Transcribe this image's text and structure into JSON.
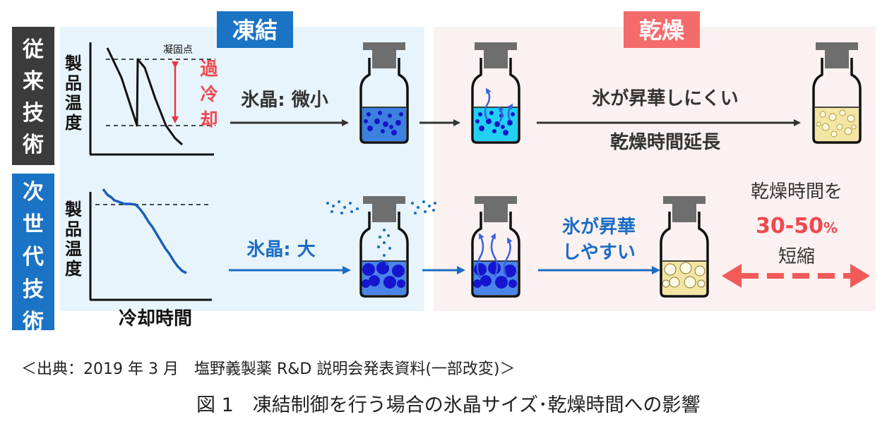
{
  "phases": {
    "freeze": "凍結",
    "dry": "乾燥"
  },
  "rows": {
    "conventional": "従来技術",
    "next_gen": "次世代技術"
  },
  "graph": {
    "y_label": "製品温度",
    "x_label": "冷却時間",
    "freezing_point": "凝固点",
    "supercooling": "過冷却"
  },
  "top_row": {
    "ice_crystal": "氷晶: 微小",
    "sublimation": "氷が昇華しにくい",
    "drying_time": "乾燥時間延長"
  },
  "bottom_row": {
    "ice_crystal": "氷晶: 大",
    "sublimation_line1": "氷が昇華",
    "sublimation_line2": "しやすい",
    "result_line1": "乾燥時間を",
    "result_value": "30-50",
    "result_unit": "%",
    "result_line3": "短縮"
  },
  "source": "＜出典：2019 年 3 月　塩野義製薬 R&D 説明会発表資料(一部改変)＞",
  "figure_caption": "図 1　凍結制御を行う場合の氷晶サイズ･乾燥時間への影響",
  "colors": {
    "freeze_bg": "#e8f4fb",
    "dry_bg": "#fcf1f1",
    "freeze_label_bg": "#1a73c4",
    "dry_label_bg": "#f46b6b",
    "conventional_bg": "#3b3b3b",
    "next_gen_bg": "#1a73c4",
    "red_text": "#f0484f",
    "blue_text": "#1a6cc4",
    "cap_gray": "#6e6e6e"
  }
}
